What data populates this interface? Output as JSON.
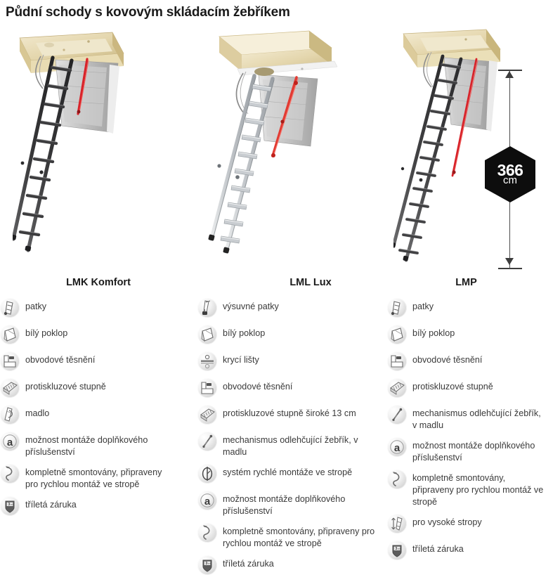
{
  "page": {
    "title": "Půdní schody s kovovým skládacím žebříkem"
  },
  "dimension": {
    "value": "366",
    "unit": "cm"
  },
  "products": [
    {
      "id": "lmk-komfort",
      "name": "LMK Komfort",
      "image_alt": "Půdní schody LMK Komfort s černým kovovým skládacím žebříkem a dřevěnou zárubní",
      "colors": {
        "ladder": "#3a3a3c",
        "frame_wood": "#e8dcb4",
        "hatch": "#c9c9c9",
        "handrail": "#d8232a"
      },
      "features": [
        {
          "icon": "foot-pads-icon",
          "label": "patky"
        },
        {
          "icon": "white-hatch-icon",
          "label": "bílý poklop"
        },
        {
          "icon": "perimeter-seal-icon",
          "label": "obvodové těsnění"
        },
        {
          "icon": "anti-slip-steps-icon",
          "label": "protiskluzové stupně"
        },
        {
          "icon": "handrail-icon",
          "label": "madlo"
        },
        {
          "icon": "accessories-a-icon",
          "label": "možnost montáže doplňkového příslušenství"
        },
        {
          "icon": "preassembled-hook-icon",
          "label": "kompletně smontovány, připraveny pro rychlou montáž ve stropě"
        },
        {
          "icon": "three-year-warranty-icon",
          "label": "tříletá záruka"
        }
      ]
    },
    {
      "id": "lml-lux",
      "name": "LML Lux",
      "image_alt": "Půdní schody LML Lux s hliníkovým skládacím žebříkem a červeným madlem",
      "colors": {
        "ladder": "#b9bcc0",
        "frame_wood": "#e8dcb4",
        "hatch": "#c9c9c9",
        "handrail": "#e23b33"
      },
      "features": [
        {
          "icon": "telescopic-foot-pads-icon",
          "label": "výsuvné patky"
        },
        {
          "icon": "white-hatch-icon",
          "label": "bílý poklop"
        },
        {
          "icon": "cover-strips-icon",
          "label": "krycí lišty"
        },
        {
          "icon": "perimeter-seal-icon",
          "label": "obvodové těsnění"
        },
        {
          "icon": "anti-slip-steps-icon",
          "label": "protiskluzové stupně široké 13 cm"
        },
        {
          "icon": "relief-mechanism-icon",
          "label": "mechanismus odlehčující žebřík, v madlu"
        },
        {
          "icon": "quick-mount-system-icon",
          "label": "systém rychlé montáže ve stropě"
        },
        {
          "icon": "accessories-a-icon",
          "label": "možnost montáže doplňkového příslušenství"
        },
        {
          "icon": "preassembled-hook-icon",
          "label": "kompletně smontovány, připraveny pro rychlou montáž ve stropě"
        },
        {
          "icon": "three-year-warranty-icon",
          "label": "tříletá záruka"
        }
      ]
    },
    {
      "id": "lmp",
      "name": "LMP",
      "image_alt": "Půdní schody LMP pro vysoké stropy, dlouhý kovový skládací žebřík s kótou výšky",
      "colors": {
        "ladder": "#4a4a4c",
        "frame_wood": "#e8dcb4",
        "hatch": "#c4c4c4",
        "handrail": "#d8232a"
      },
      "features": [
        {
          "icon": "foot-pads-icon",
          "label": "patky"
        },
        {
          "icon": "white-hatch-icon",
          "label": "bílý poklop"
        },
        {
          "icon": "perimeter-seal-icon",
          "label": "obvodové těsnění"
        },
        {
          "icon": "anti-slip-steps-icon",
          "label": "protiskluzové stupně"
        },
        {
          "icon": "relief-mechanism-icon",
          "label": "mechanismus odlehčující žebřík, v madlu"
        },
        {
          "icon": "accessories-a-icon",
          "label": "možnost montáže doplňkového příslušenství"
        },
        {
          "icon": "preassembled-hook-icon",
          "label": "kompletně smontovány, připraveny pro rychlou montáž ve stropě"
        },
        {
          "icon": "high-ceilings-icon",
          "label": "pro vysoké stropy"
        },
        {
          "icon": "three-year-warranty-icon",
          "label": "tříletá záruka"
        }
      ]
    }
  ]
}
